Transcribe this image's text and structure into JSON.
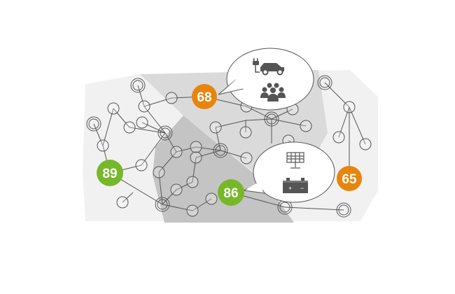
{
  "colors": {
    "orange": "#e8850e",
    "green": "#76b82a",
    "icon": "#555555",
    "line": "#555555"
  },
  "badges": [
    {
      "id": "68",
      "label": "68",
      "color": "orange"
    },
    {
      "id": "65",
      "label": "65",
      "color": "orange"
    },
    {
      "id": "89",
      "label": "89",
      "color": "green"
    },
    {
      "id": "86",
      "label": "86",
      "color": "green"
    }
  ],
  "callouts": [
    {
      "icons": [
        "ev-charging-car-icon",
        "people-group-icon"
      ]
    },
    {
      "icons": [
        "solar-panel-icon",
        "battery-icon"
      ]
    }
  ]
}
